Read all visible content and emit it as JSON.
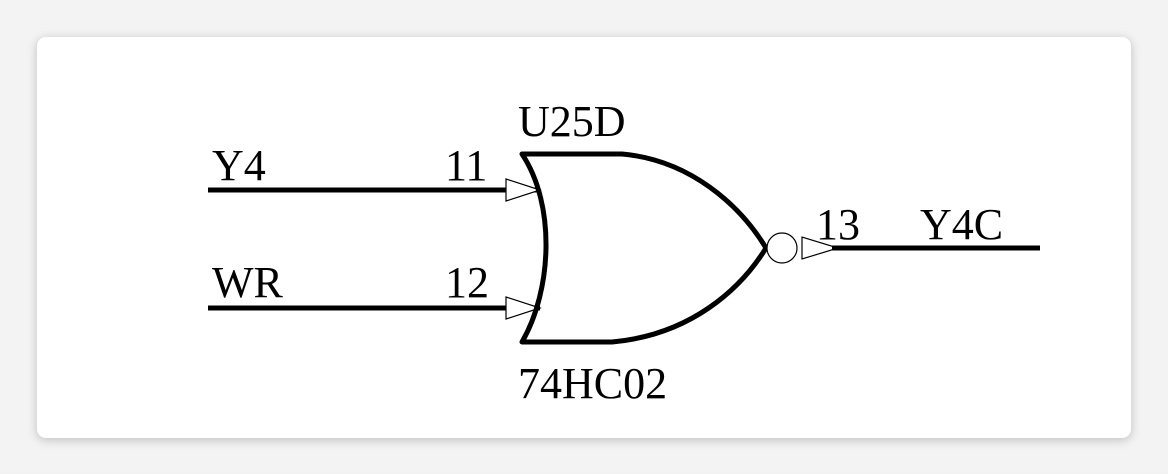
{
  "schematic": {
    "ref_designator": "U25D",
    "part_number": "74HC02",
    "inputs": [
      {
        "net": "Y4",
        "pin": "11"
      },
      {
        "net": "WR",
        "pin": "12"
      }
    ],
    "output": {
      "net": "Y4C",
      "pin": "13"
    }
  },
  "colors": {
    "wire": "#000000",
    "background": "#ffffff",
    "page": "#f3f3f3"
  }
}
